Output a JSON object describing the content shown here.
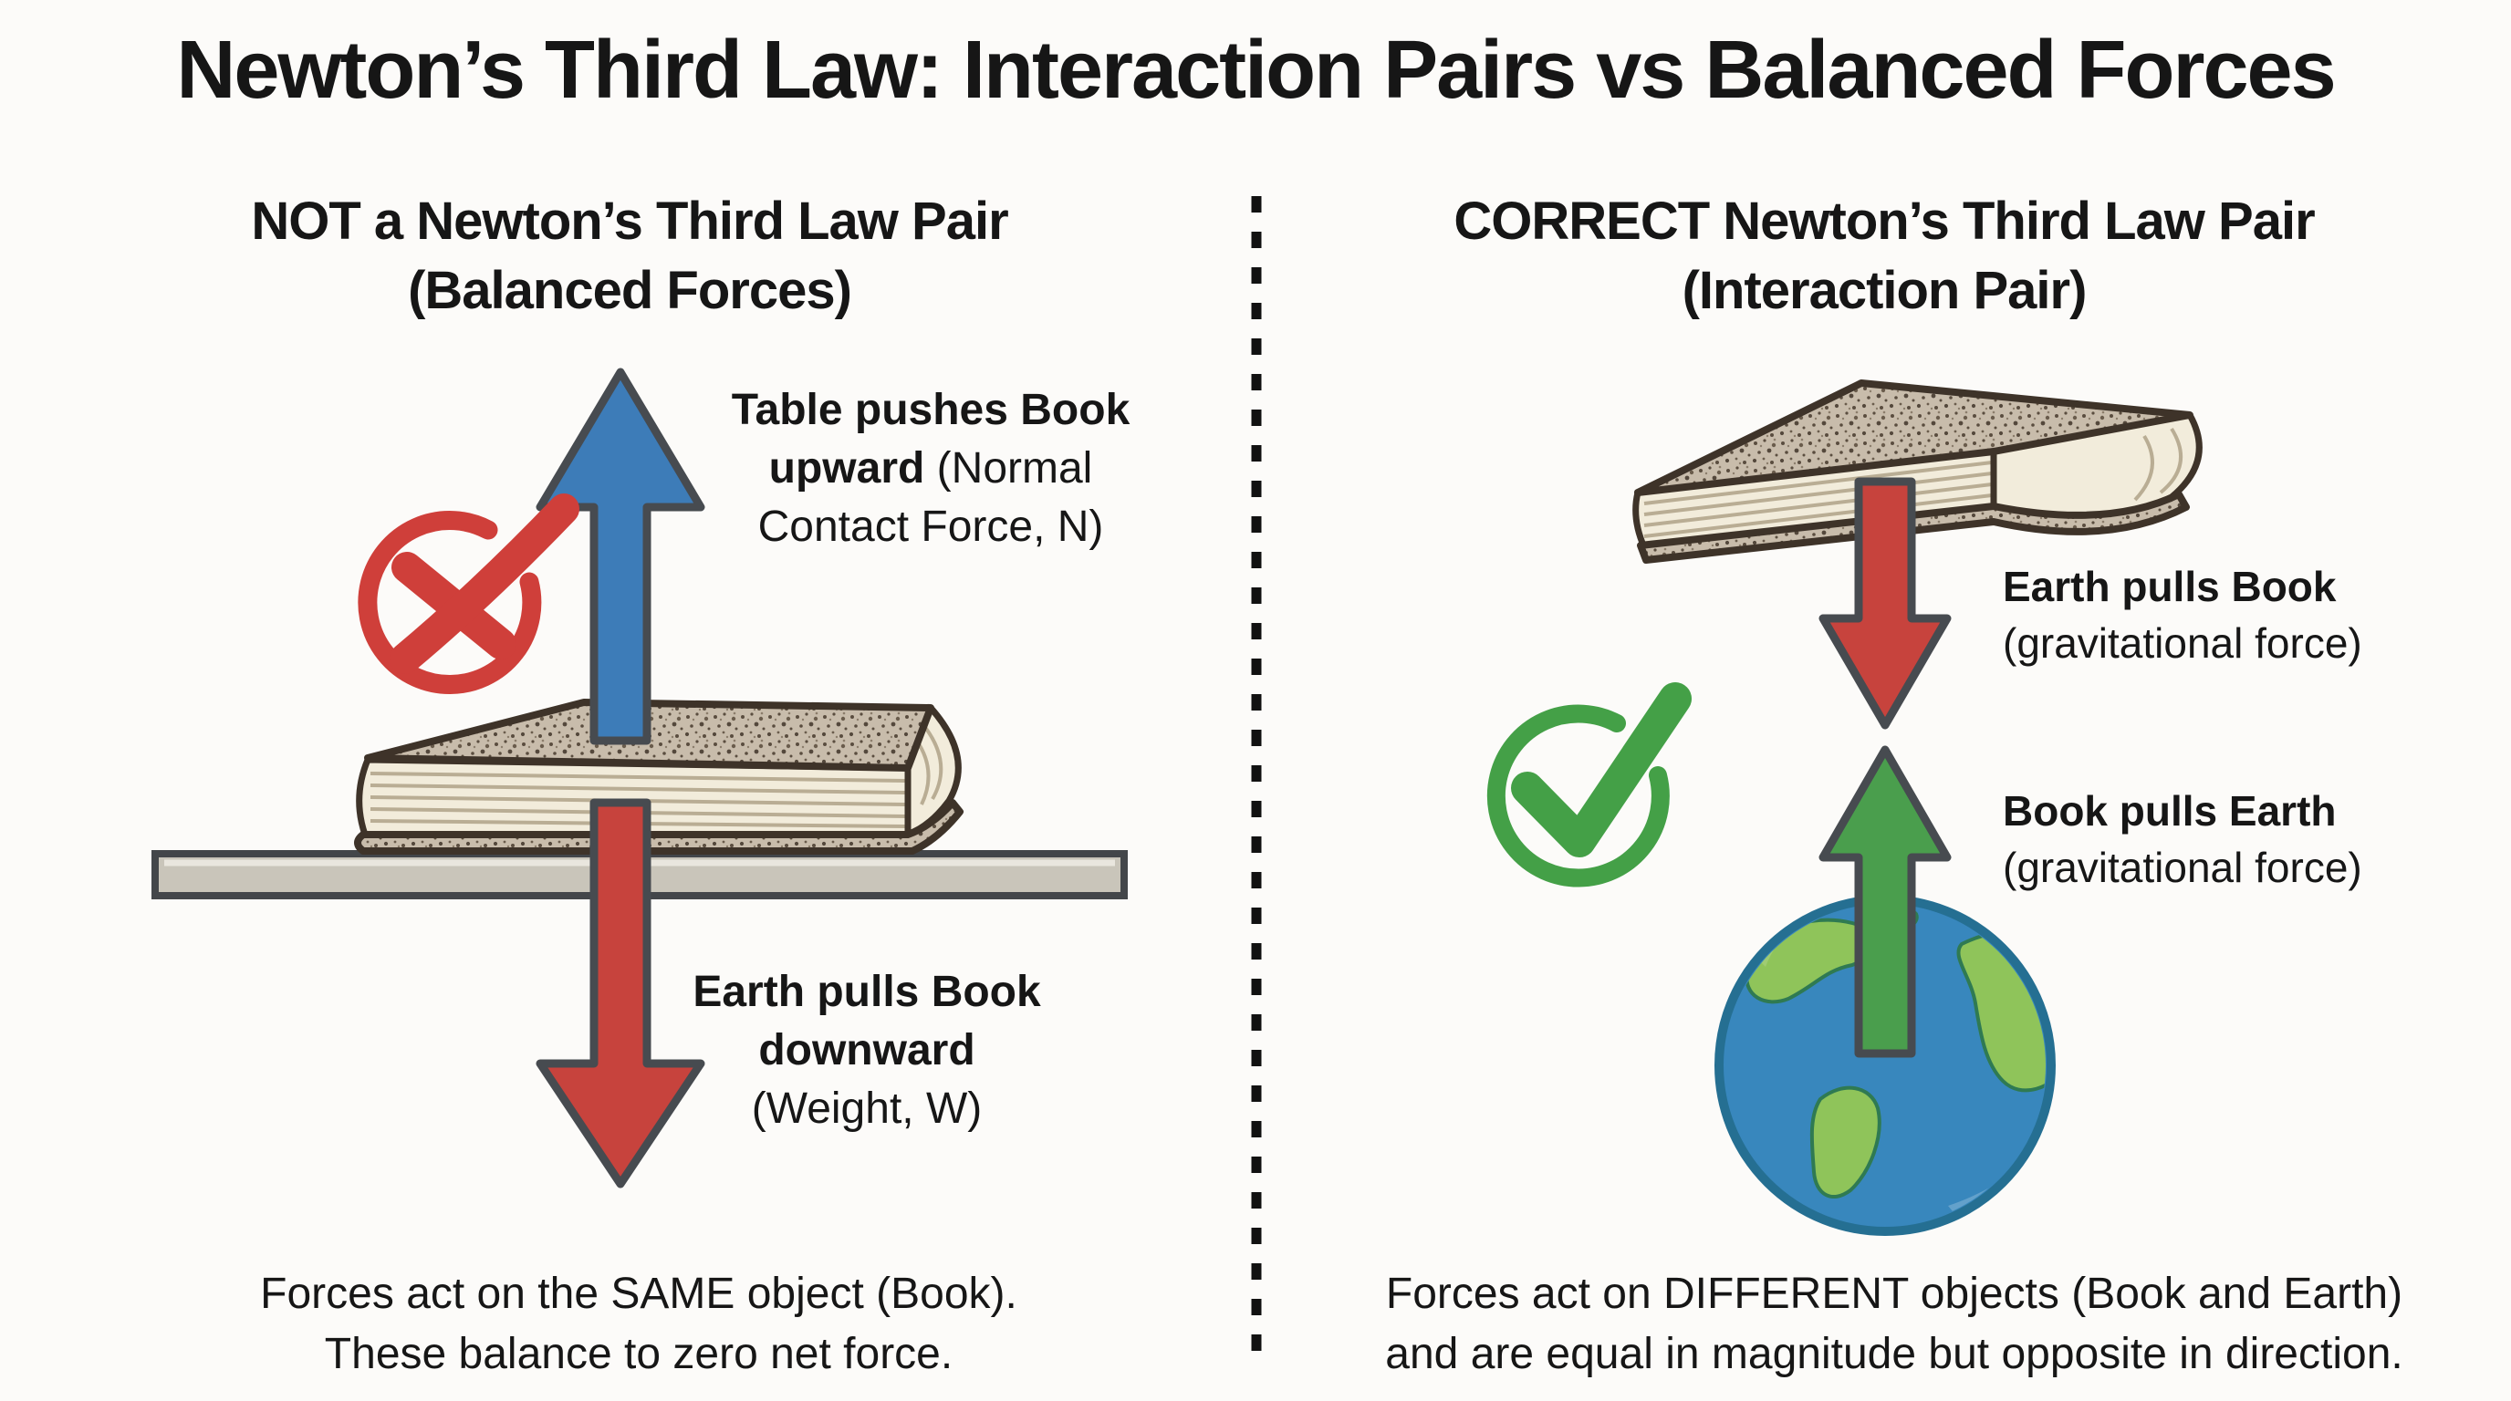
{
  "title": "Newton’s Third Law: Interaction Pairs vs Balanced Forces",
  "left_panel": {
    "heading_line1": "NOT a Newton’s Third Law Pair",
    "heading_line2": "(Balanced Forces)",
    "icon": "x-circle-icon",
    "up_arrow_label": {
      "bold": "Table pushes Book upward",
      "rest": " (Normal Contact Force, N)"
    },
    "down_arrow_label": {
      "bold": "Earth pulls Book downward",
      "rest": "(Weight, W)"
    },
    "caption_line1": "Forces act on the SAME object (Book).",
    "caption_line2": "These balance to zero net force."
  },
  "right_panel": {
    "heading_line1": "CORRECT Newton’s Third Law Pair",
    "heading_line2": "(Interaction Pair)",
    "icon": "check-circle-icon",
    "down_arrow_label": {
      "bold": "Earth pulls Book",
      "rest": "(gravitational force)"
    },
    "up_arrow_label": {
      "bold": "Book pulls Earth",
      "rest": "(gravitational force)"
    },
    "caption_line1": "Forces act on DIFFERENT objects (Book and Earth)",
    "caption_line2": "and are equal in magnitude but opposite in direction."
  },
  "colors": {
    "background": "#fcfbf9",
    "text": "#161616",
    "divider": "#111111",
    "arrow_blue": "#3d7cb8",
    "arrow_red": "#c7433d",
    "arrow_green": "#4a9e4d",
    "arrow_outline": "#474b50",
    "x_red": "#cf3f3a",
    "check_green": "#44a047",
    "table_gray": "#c9c5ba",
    "book_cover": "#c8bcab",
    "book_pages": "#f2ecdb",
    "earth_ocean": "#3887bd",
    "earth_land": "#8fc45a",
    "earth_outline": "#256f92"
  }
}
